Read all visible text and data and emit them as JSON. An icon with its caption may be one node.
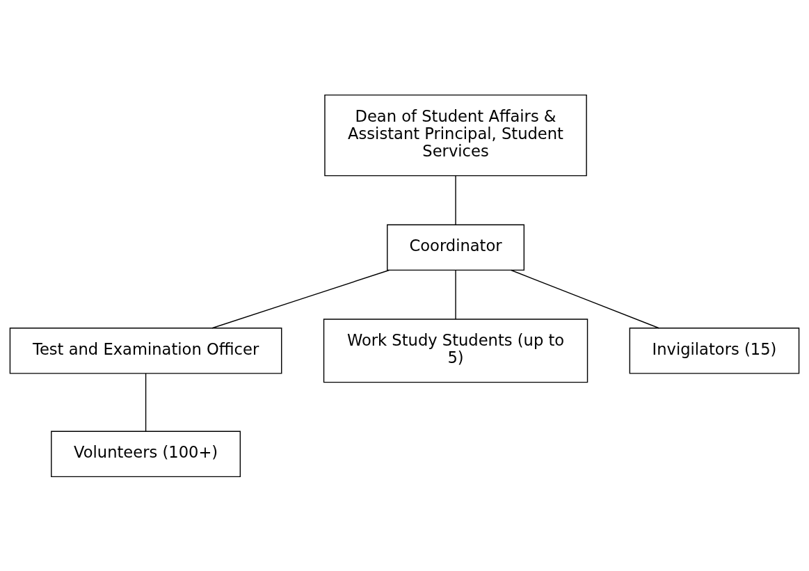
{
  "diagram": {
    "nodes": [
      {
        "text": [
          "Dean of Student Affairs & Assistant Principal, Student Services"
        ]
      },
      {
        "text": [
          "Coordinator"
        ]
      },
      {
        "text": [
          "Test and Examination Officer"
        ]
      },
      {
        "text": [
          "Work Study Students (up to 5)"
        ]
      },
      {
        "text": [
          "Invigilators (15)"
        ]
      },
      {
        "text": [
          "Volunteers (100+)"
        ]
      }
    ],
    "edges": [
      {
        "from": 0,
        "to": 1,
        "arrow": "none"
      },
      {
        "from": 1,
        "to": 2,
        "arrow": "none"
      },
      {
        "from": 1,
        "to": 3,
        "arrow": "none"
      },
      {
        "from": 1,
        "to": 4,
        "arrow": "none"
      },
      {
        "from": 2,
        "to": 5,
        "arrow": "none"
      }
    ]
  }
}
